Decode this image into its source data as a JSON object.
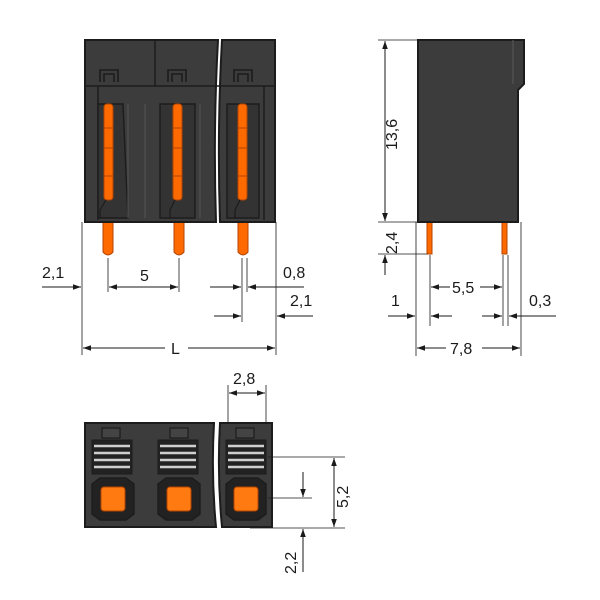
{
  "colors": {
    "body": "#3c3c3c",
    "body_edge": "#1c1c1c",
    "body_light": "#555555",
    "pin": "#ff6a00",
    "pin_dark": "#b34400",
    "actuator": "#ff7a10",
    "line": "#1a1a1a",
    "background": "#ffffff"
  },
  "front_view": {
    "dims": {
      "left_offset": "2,1",
      "pitch": "5",
      "pin_width": "0,8",
      "right_offset": "2,1",
      "length": "L"
    }
  },
  "side_view": {
    "dims": {
      "height": "13,6",
      "pin_length": "2,4",
      "left_offset": "1",
      "pin_spacing": "5,5",
      "pin_thickness": "0,3",
      "depth": "7,8"
    }
  },
  "top_view": {
    "dims": {
      "pitch": "2,8",
      "row_spacing": "5,2",
      "bottom_offset": "2,2"
    }
  }
}
